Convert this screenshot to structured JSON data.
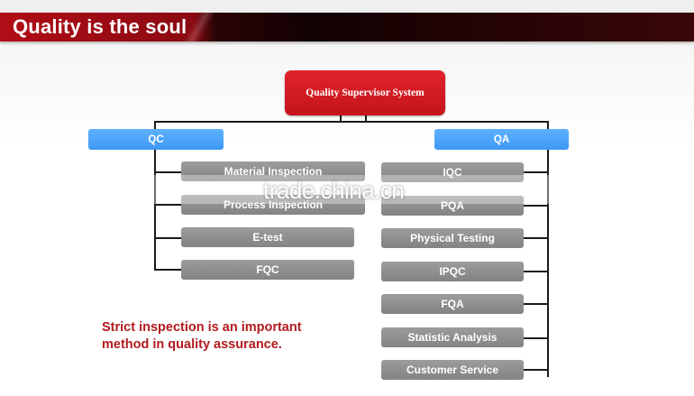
{
  "banner": {
    "title": "Quality is the soul"
  },
  "diagram": {
    "root": "Quality Supervisor System",
    "qc": {
      "label": "QC",
      "items": [
        "Material Inspection",
        "Process Inspection",
        "E-test",
        "FQC"
      ]
    },
    "qa": {
      "label": "QA",
      "items": [
        "IQC",
        "PQA",
        "Physical Testing",
        "IPQC",
        "FQA",
        "Statistic Analysis",
        "Customer Service"
      ]
    },
    "note": "Strict inspection is an important method in quality assurance."
  },
  "watermark": "trade.china.cn",
  "colors": {
    "banner_red": "#b10d16",
    "root_red": "#d01a21",
    "category_blue": "#4ea3f8",
    "item_gray": "#8f8f8f",
    "note_red": "#b21a1f"
  }
}
